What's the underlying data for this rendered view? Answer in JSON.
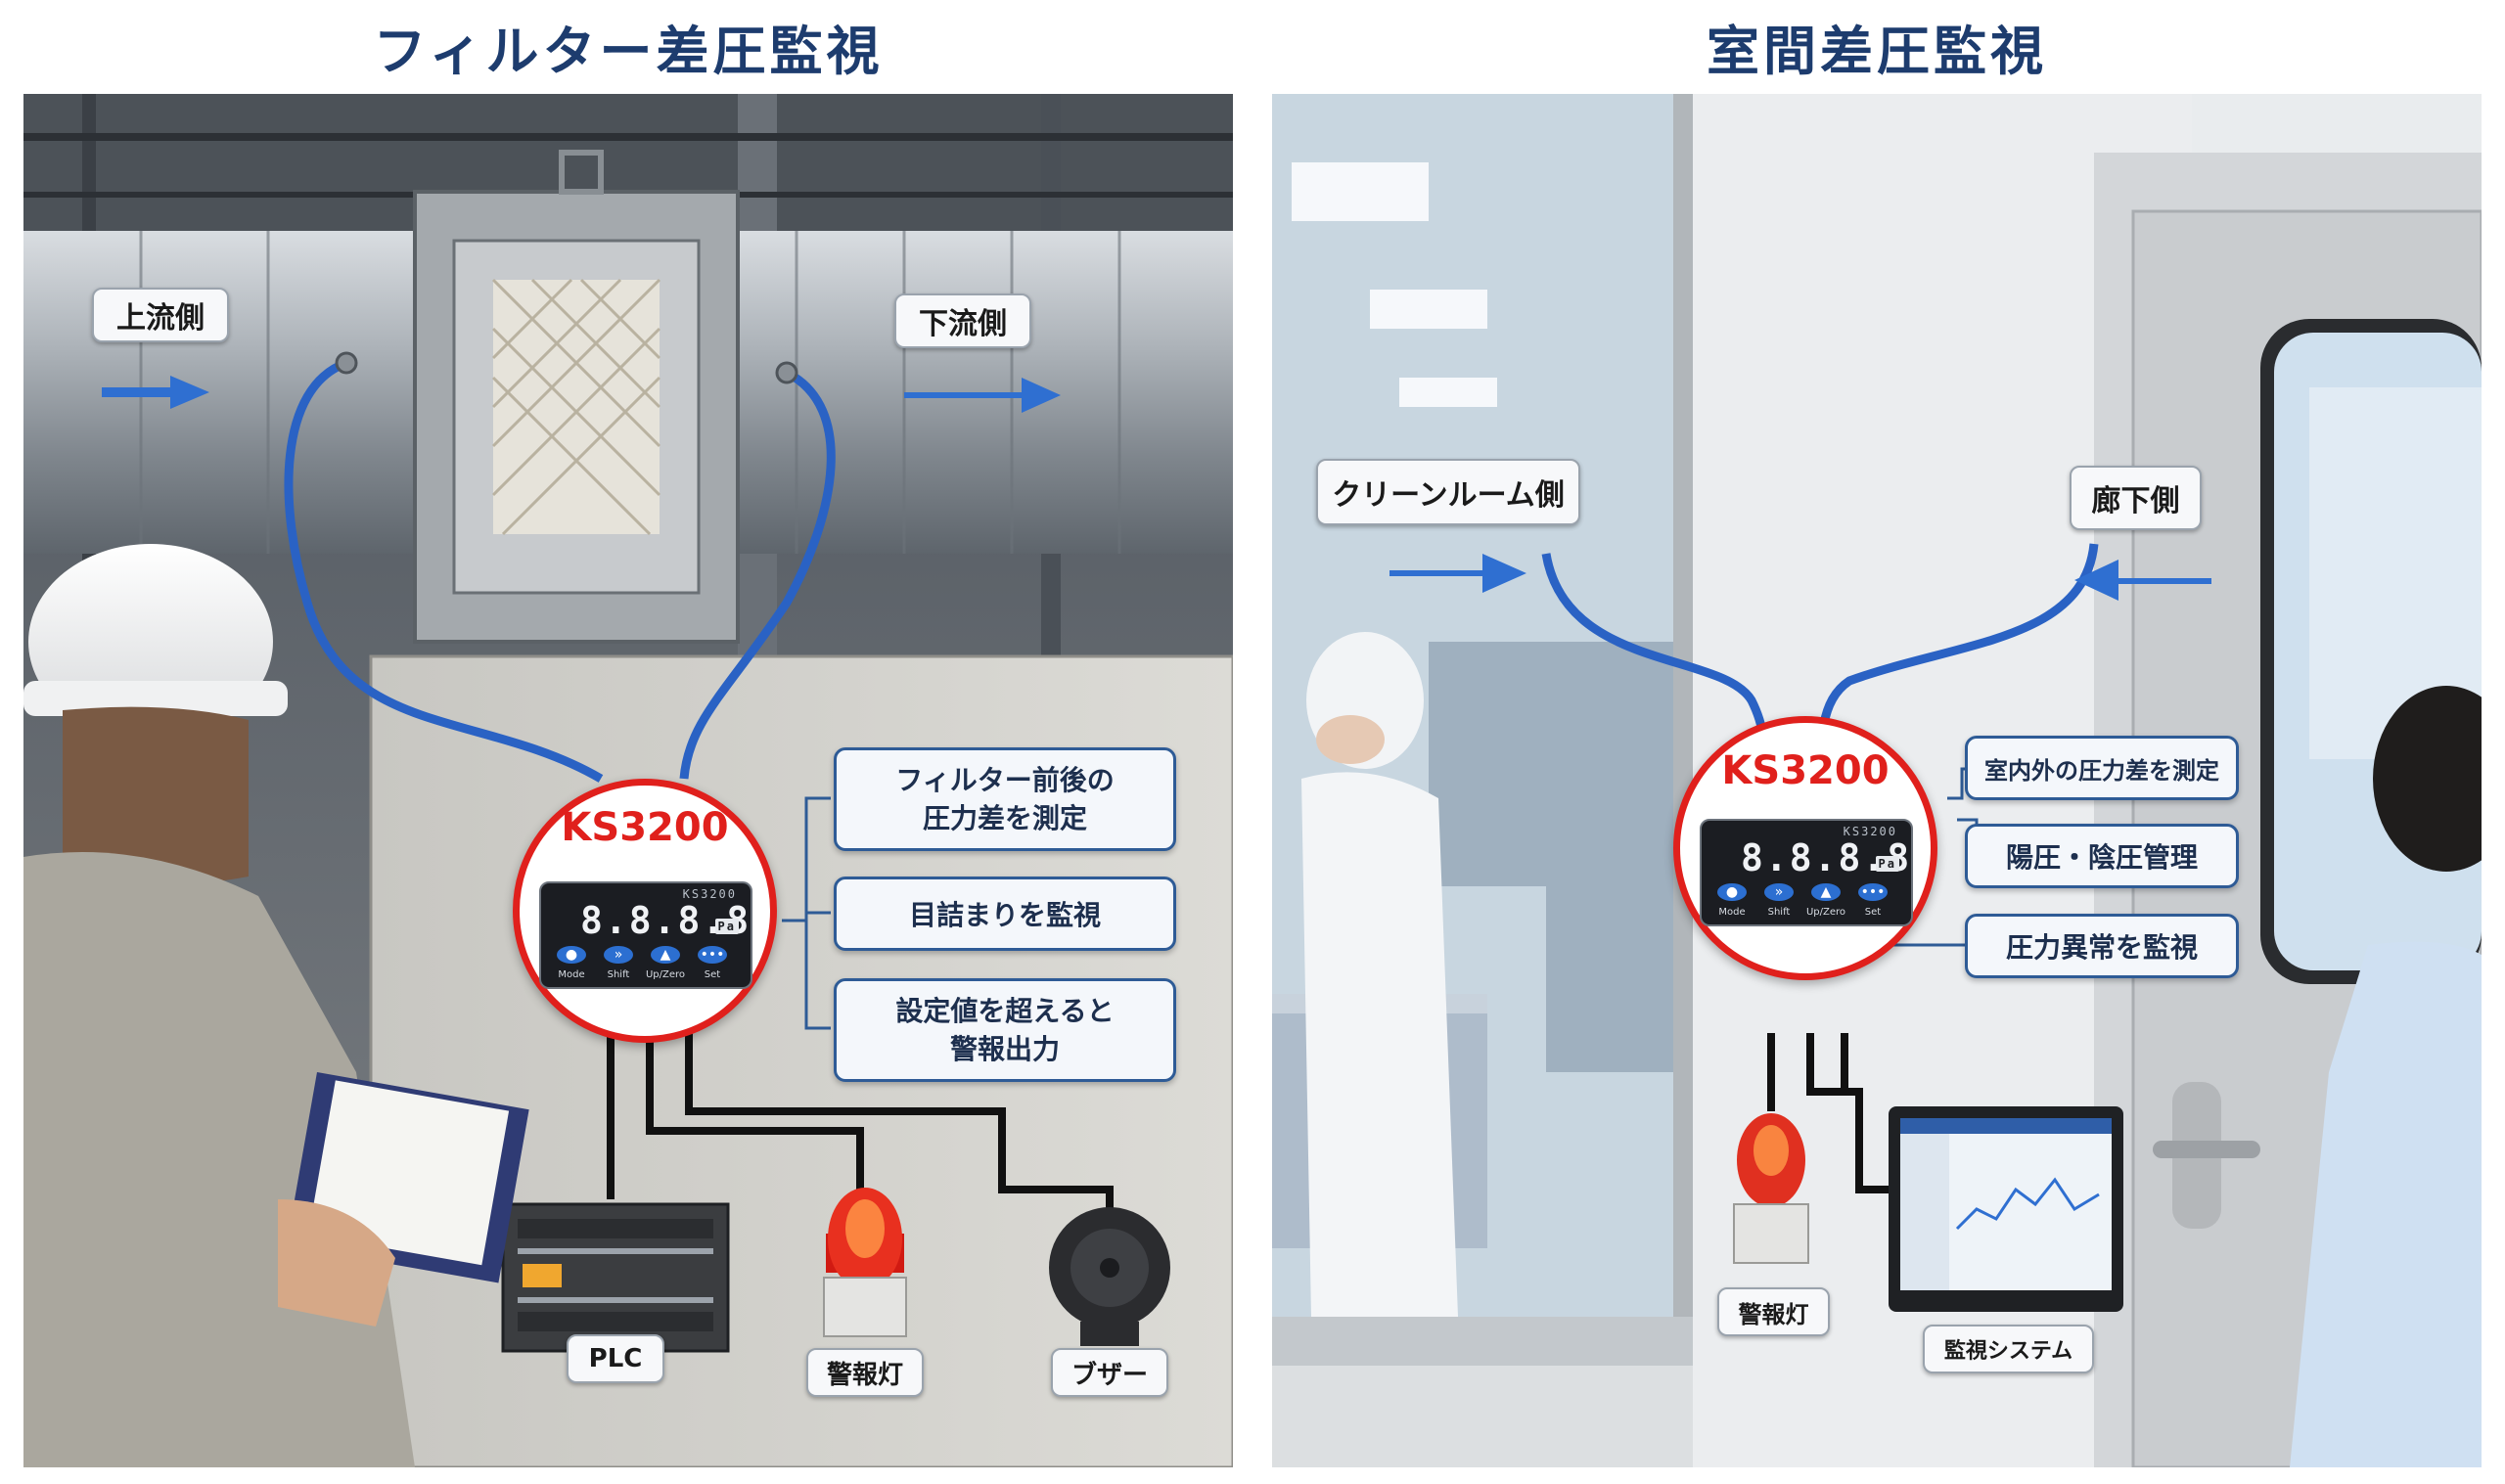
{
  "left": {
    "title": "フィルター差圧監視",
    "upstream": "上流側",
    "downstream": "下流側",
    "device": "KS3200",
    "meter": {
      "brand": "KS3200",
      "digits": "8.8.8.8",
      "unit": "Pa",
      "buttons": [
        "Mode",
        "Shift",
        "Up/Zero",
        "Set"
      ]
    },
    "callouts": [
      "フィルター前後の\n圧力差を測定",
      "目詰まりを監視",
      "設定値を超えると\n警報出力"
    ],
    "outputs": [
      "PLC",
      "警報灯",
      "ブザー"
    ]
  },
  "right": {
    "title": "室間差圧監視",
    "cleanroom": "クリーンルーム側",
    "corridor": "廊下側",
    "device": "KS3200",
    "meter": {
      "brand": "KS3200",
      "digits": "8.8.8.8",
      "unit": "Pa",
      "buttons": [
        "Mode",
        "Shift",
        "Up/Zero",
        "Set"
      ]
    },
    "callouts": [
      "室内外の圧力差を測定",
      "陽圧・陰圧管理",
      "圧力異常を監視"
    ],
    "outputs": [
      "警報灯",
      "監視システム"
    ]
  },
  "colors": {
    "accent_red": "#e0201c",
    "navy": "#1d3c6e",
    "hose_blue": "#2a62c4",
    "arrow_blue": "#2f6fd1"
  }
}
